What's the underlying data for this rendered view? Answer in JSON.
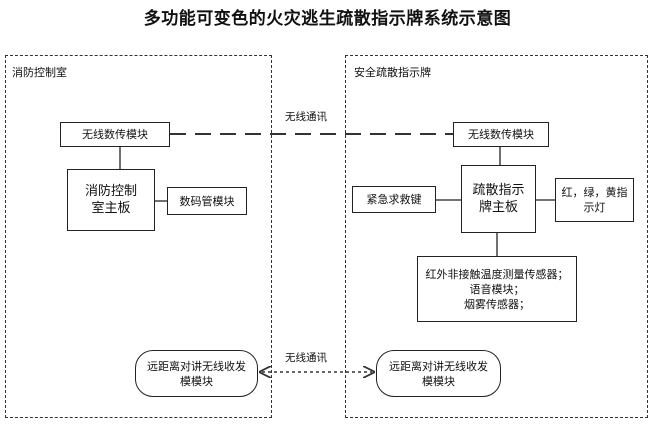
{
  "title": "多功能可变色的火灾逃生疏散指示牌系统示意图",
  "regions": {
    "control_room": "消防控制室",
    "sign": "安全疏散指示牌"
  },
  "boxes": {
    "wireless_tx_left": "无线数传模块",
    "control_board": "消防控制\n室主板",
    "digit_module": "数码管模块",
    "intercom_left": "远距离对讲无线收发\n模模块",
    "wireless_tx_right": "无线数传模块",
    "sign_board": "疏散指示\n牌主板",
    "emergency_key": "紧急求救键",
    "rgy_light": "红，绿，黄指\n示灯",
    "sensors": "红外非接触温度测量传感器；\n语音模块；\n烟雾传感器；",
    "intercom_right": "远距离对讲无线收发\n模模块"
  },
  "links": {
    "wireless_top": "无线通讯",
    "wireless_bottom": "无线通讯"
  }
}
